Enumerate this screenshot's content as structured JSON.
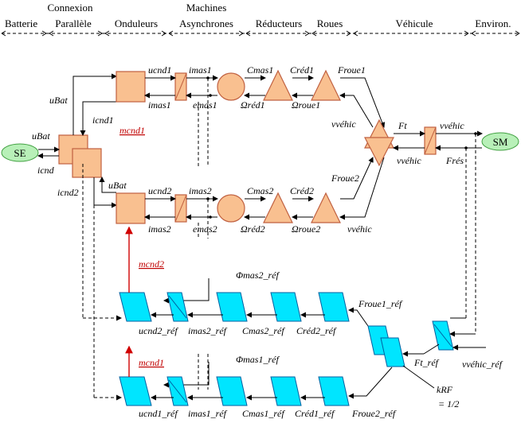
{
  "headers": [
    {
      "id": "batterie",
      "lines": [
        "Batterie"
      ]
    },
    {
      "id": "connexion",
      "lines": [
        "Connexion",
        "Parallèle"
      ]
    },
    {
      "id": "onduleurs",
      "lines": [
        "Onduleurs"
      ]
    },
    {
      "id": "machines",
      "lines": [
        "Machines",
        "Asynchrones"
      ]
    },
    {
      "id": "reducteurs",
      "lines": [
        "Réducteurs"
      ]
    },
    {
      "id": "roues",
      "lines": [
        "Roues"
      ]
    },
    {
      "id": "vehicule",
      "lines": [
        "Véhicule"
      ]
    },
    {
      "id": "environ",
      "lines": [
        "Environ."
      ]
    }
  ],
  "nodes": {
    "se": "SE",
    "sm": "SM"
  },
  "labels": {
    "ubat_top": "uBat",
    "ubat_left": "uBat",
    "ubat_mid": "uBat",
    "icnd1": "icnd1",
    "icnd": "icnd",
    "icnd2": "icnd2",
    "ucnd1": "ucnd1",
    "imas1_top": "imas1",
    "imas1_bot": "imas1",
    "emas1": "emas1",
    "cmas1": "Cmas1",
    "cred1": "Créd1",
    "froue1": "Froue1",
    "omega_red1": "Ωréd1",
    "omega_roue1": "Ωroue1",
    "mcnd1": "mcnd1",
    "ucnd2": "ucnd2",
    "imas2_top": "imas2",
    "imas2_bot": "imas2",
    "emas2": "emas2",
    "cmas2": "Cmas2",
    "cred2": "Créd2",
    "froue2": "Froue2",
    "omega_red2": "Ωréd2",
    "omega_roue2": "Ωroue2",
    "vvehic_a": "vvéhic",
    "vvehic_b": "vvéhic",
    "vvehic_c": "vvéhic",
    "vvehic_d": "vvéhic",
    "ft": "Ft",
    "fres": "Frés",
    "mcnd2_ref": "mcnd2",
    "phi2": "Φmas2_réf",
    "ucnd2_ref": "ucnd2_réf",
    "imas2_ref": "imas2_réf",
    "cmas2_ref": "Cmas2_réf",
    "cred2_ref": "Créd2_réf",
    "froue1_ref": "Froue1_réf",
    "ft_ref": "Ft_réf",
    "vvehic_ref": "vvéhic_réf",
    "krf": "kRF",
    "krf_val": "= 1/2",
    "mcnd1_ref": "mcnd1",
    "phi1": "Φmas1_réf",
    "ucnd1_ref": "ucnd1_réf",
    "imas1_ref": "imas1_réf",
    "cmas1_ref": "Cmas1_réf",
    "cred1_ref": "Créd1_réf",
    "froue2_ref": "Froue2_réf"
  },
  "colors": {
    "energetic": "#f9c090",
    "control": "#00e5ff",
    "node": "#b8f0b8",
    "reference": "#c00000"
  }
}
